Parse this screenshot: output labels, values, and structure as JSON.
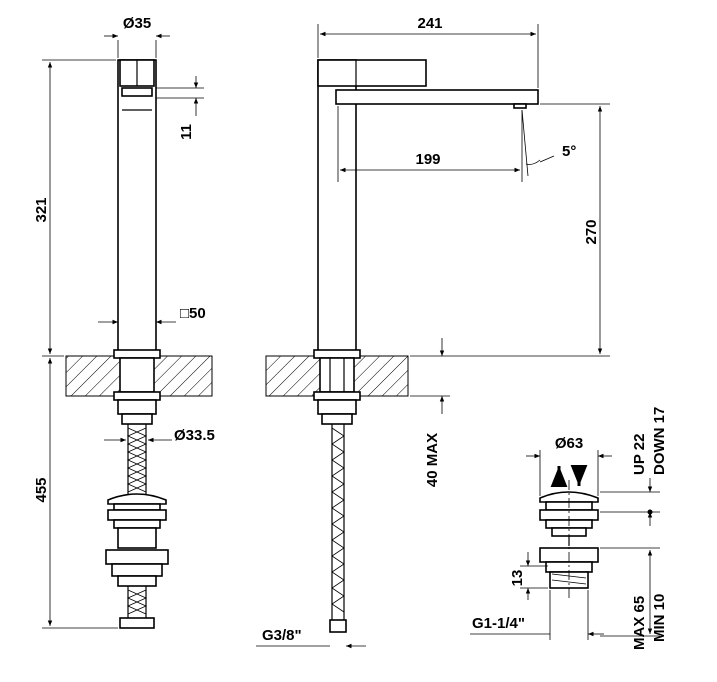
{
  "dimensions": {
    "d35": "Ø35",
    "d241": "241",
    "d11": "11",
    "d321": "321",
    "d199": "199",
    "d5deg": "5°",
    "d270": "270",
    "sq50": "□50",
    "d33_5": "Ø33.5",
    "d40max": "40 MAX",
    "d455": "455",
    "d63": "Ø63",
    "up22": "UP 22",
    "down17": "DOWN 17",
    "d13": "13",
    "max65": "MAX 65",
    "min10": "MIN 10",
    "g3_8": "G3/8\"",
    "g1_1_4": "G1-1/4\""
  },
  "colors": {
    "line": "#000000",
    "background": "#ffffff"
  },
  "icons": {
    "arrow_up": "up-arrow-icon",
    "arrow_down": "down-arrow-icon"
  }
}
